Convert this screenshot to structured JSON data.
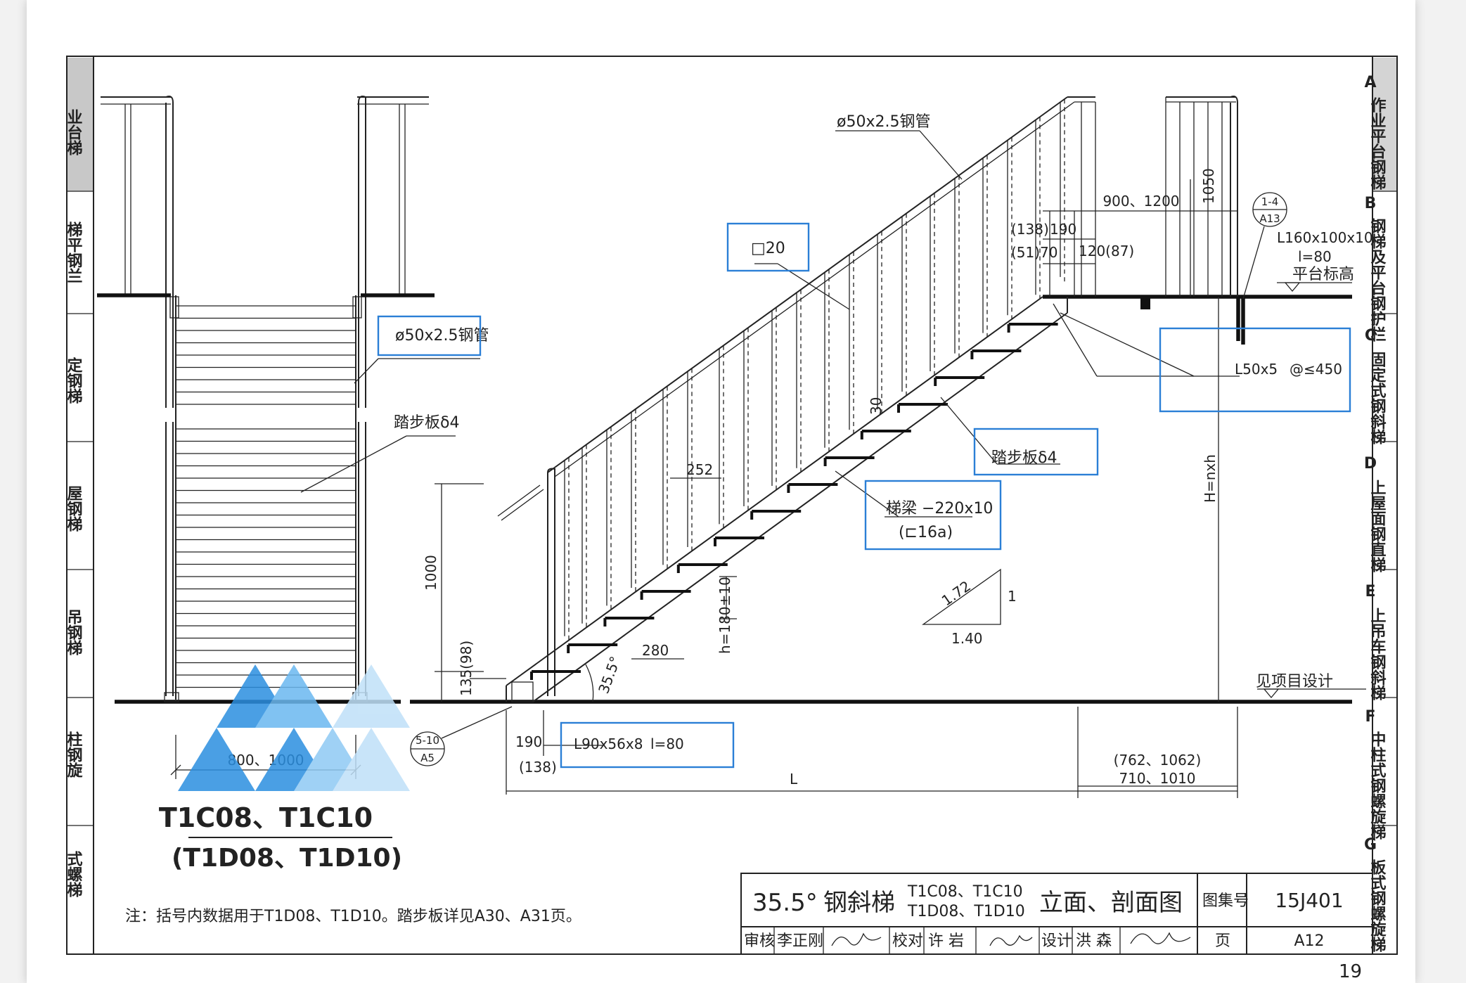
{
  "sidebar_right": {
    "tabs": [
      {
        "letter": "A",
        "label": "作业平台钢梯",
        "active": true
      },
      {
        "letter": "B",
        "label": "钢梯及平台钢护栏"
      },
      {
        "letter": "C",
        "label": "固定式钢斜梯"
      },
      {
        "letter": "D",
        "label": "上屋面钢直梯"
      },
      {
        "letter": "E",
        "label": "上吊车钢斜梯"
      },
      {
        "letter": "F",
        "label": "中柱式钢螺旋梯"
      },
      {
        "letter": "G",
        "label": "板式钢螺旋梯"
      }
    ]
  },
  "sidebar_left": {
    "tabs": [
      {
        "label": "业台梯"
      },
      {
        "label": "梯平钢兰"
      },
      {
        "label": "定钢梯"
      },
      {
        "label": "屋钢梯"
      },
      {
        "label": "吊钢梯"
      },
      {
        "label": "柱钢旋"
      },
      {
        "label": "式螺梯"
      }
    ]
  },
  "front_view": {
    "pipe_label": "ø50x2.5钢管",
    "tread_label": "踏步板δ4",
    "width_dim": "800、1000",
    "model_main": "T1C08、T1C10",
    "model_alt": "(T1D08、T1D10)"
  },
  "side_view": {
    "pipe_label": "ø50x2.5钢管",
    "post_label": "□20",
    "dim_top_left_a": "(138)",
    "dim_top_left_b": "190",
    "dim_top_left_c": "(51)70",
    "dim_top_right": "120(87)",
    "dim_platform": "900、1200",
    "dim_rail_height": "1050",
    "detail_top": "1-4",
    "detail_bottom_top": "A13",
    "angle_top": "L160x100x10",
    "angle_top_len": "l=80",
    "platform_level": "平台标高",
    "brace_label": "L50x5",
    "brace_spacing": "@≤450",
    "dim_30": "30",
    "tread_label": "踏步板δ4",
    "stringer_label": "梯梁 −220x10",
    "stringer_alt": "(⊏16a)",
    "dim_252": "252",
    "dim_1000": "1000",
    "slope_hyp": "1.72",
    "slope_v": "1",
    "slope_h": "1.40",
    "dim_riser": "h=180±10",
    "dim_280": "280",
    "dim_angle": "35.5°",
    "dim_135": "135(98)",
    "dim_height": "H=nxh",
    "see_design": "见项目设计",
    "detail2_top": "5-10",
    "detail2_bottom": "A5",
    "dim_190": "190",
    "dim_138": "(138)",
    "angle_bottom": "L90x56x8",
    "angle_bottom_len": "l=80",
    "dim_L": "L",
    "dim_right_a": "(762、1062)",
    "dim_right_b": "710、1010"
  },
  "note": "注：括号内数据用于T1D08、T1D10。踏步板详见A30、A31页。",
  "title_block": {
    "title_a": "35.5°",
    "title_b": "钢斜梯",
    "models_1": "T1C08、T1C10",
    "models_2": "T1D08、T1D10",
    "title_c": "立面、剖面图",
    "atlas_label": "图集号",
    "atlas_no": "15J401",
    "review_label": "审核",
    "reviewer": "李正刚",
    "check_label": "校对",
    "checker": "许 岩",
    "design_label": "设计",
    "designer": "洪 森",
    "page_label": "页",
    "page_code": "A12"
  },
  "page_number": "19",
  "colors": {
    "accent": "#2b7fd6",
    "tab_active": "#d4d4d4",
    "ink": "#222222"
  }
}
